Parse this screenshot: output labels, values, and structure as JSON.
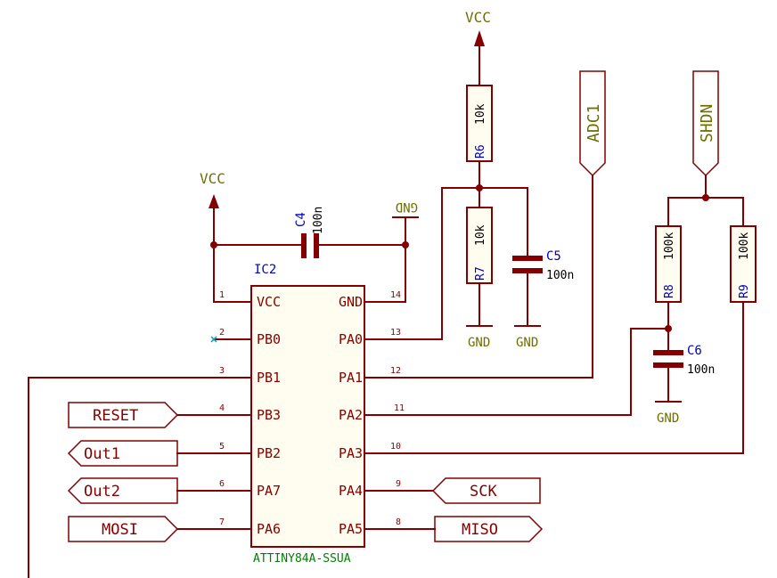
{
  "ic": {
    "ref": "IC2",
    "part": "ATTINY84A-SSUA",
    "left_pins": [
      {
        "num": "1",
        "name": "VCC"
      },
      {
        "num": "2",
        "name": "PB0"
      },
      {
        "num": "3",
        "name": "PB1"
      },
      {
        "num": "4",
        "name": "PB3"
      },
      {
        "num": "5",
        "name": "PB2"
      },
      {
        "num": "6",
        "name": "PA7"
      },
      {
        "num": "7",
        "name": "PA6"
      }
    ],
    "right_pins": [
      {
        "num": "14",
        "name": "GND"
      },
      {
        "num": "13",
        "name": "PA0"
      },
      {
        "num": "12",
        "name": "PA1"
      },
      {
        "num": "11",
        "name": "PA2"
      },
      {
        "num": "10",
        "name": "PA3"
      },
      {
        "num": "9",
        "name": "PA4"
      },
      {
        "num": "8",
        "name": "PA5"
      }
    ]
  },
  "power": {
    "vcc": "VCC",
    "gnd": "GND"
  },
  "components": {
    "c4": {
      "ref": "C4",
      "value": "100n"
    },
    "c5": {
      "ref": "C5",
      "value": "100n"
    },
    "c6": {
      "ref": "C6",
      "value": "100n"
    },
    "r6": {
      "ref": "R6",
      "value": "10k"
    },
    "r7": {
      "ref": "R7",
      "value": "10k"
    },
    "r8": {
      "ref": "R8",
      "value": "100k"
    },
    "r9": {
      "ref": "R9",
      "value": "100k"
    }
  },
  "labels": {
    "reset": "RESET",
    "out1": "Out1",
    "out2": "Out2",
    "mosi": "MOSI",
    "sck": "SCK",
    "miso": "MISO",
    "adc1": "ADC1",
    "shdn": "SHDN"
  }
}
